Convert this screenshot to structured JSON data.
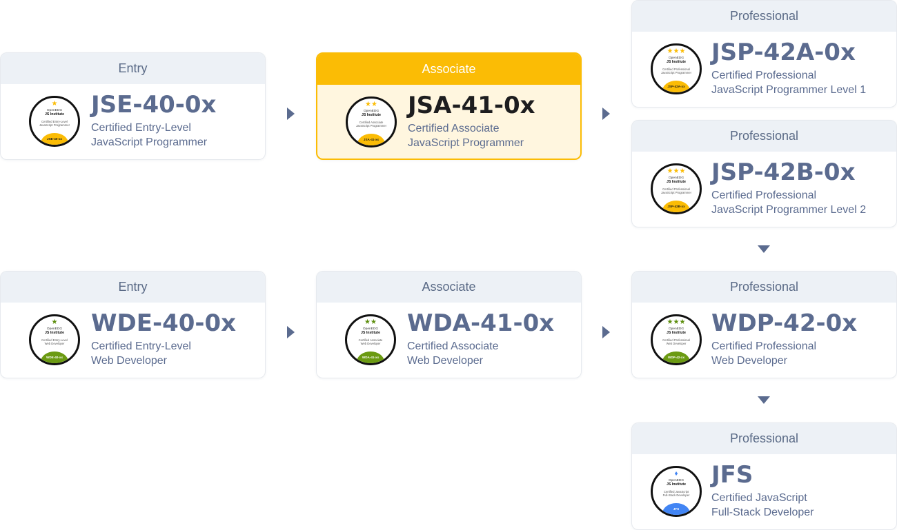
{
  "colors": {
    "header_bg": "#edf1f6",
    "text": "#5b6b8f",
    "active_accent": "#fbbc05",
    "active_bg": "#fff6df",
    "star_gold": "#fbbc05",
    "star_green": "#5e8f0f",
    "band_gold": "#fbbc05",
    "band_green": "#6b9a12",
    "band_blue": "#4285f4"
  },
  "cards": {
    "jse": {
      "level": "Entry",
      "code": "JSE-40-0x",
      "line1": "Certified Entry-Level",
      "line2": "JavaScript Programmer",
      "badge": {
        "stars": "★",
        "org": "OpenEDG",
        "org2": "JS Institute",
        "cert1": "Certified Entry-Level",
        "cert2": "JavaScript Programmer",
        "band": "JSE-40-xx"
      }
    },
    "jsa": {
      "level": "Associate",
      "code": "JSA-41-0x",
      "line1": "Certified Associate",
      "line2": "JavaScript Programmer",
      "badge": {
        "stars": "★★",
        "org": "OpenEDG",
        "org2": "JS Institute",
        "cert1": "Certified Associate",
        "cert2": "JavaScript Programmer",
        "band": "JSA-41-xx"
      }
    },
    "jsp42a": {
      "level": "Professional",
      "code": "JSP-42A-0x",
      "line1": "Certified Professional",
      "line2": "JavaScript Programmer Level 1",
      "badge": {
        "stars": "★★★",
        "org": "OpenEDG",
        "org2": "JS Institute",
        "cert1": "Certified Professional",
        "cert2": "JavaScript Programmer",
        "band": "JSP-42A-xx"
      }
    },
    "jsp42b": {
      "level": "Professional",
      "code": "JSP-42B-0x",
      "line1": "Certified Professional",
      "line2": "JavaScript Programmer Level 2",
      "badge": {
        "stars": "★★★",
        "org": "OpenEDG",
        "org2": "JS Institute",
        "cert1": "Certified Professional",
        "cert2": "JavaScript Programmer",
        "band": "JSP-42B-xx"
      }
    },
    "wde": {
      "level": "Entry",
      "code": "WDE-40-0x",
      "line1": "Certified Entry-Level",
      "line2": "Web Developer",
      "badge": {
        "stars": "★",
        "org": "OpenEDG",
        "org2": "JS Institute",
        "cert1": "Certified Entry-Level",
        "cert2": "Web Developer",
        "band": "WDE-40-xx"
      }
    },
    "wda": {
      "level": "Associate",
      "code": "WDA-41-0x",
      "line1": "Certified Associate",
      "line2": "Web Developer",
      "badge": {
        "stars": "★★",
        "org": "OpenEDG",
        "org2": "JS Institute",
        "cert1": "Certified Associate",
        "cert2": "Web Developer",
        "band": "WDA-41-xx"
      }
    },
    "wdp": {
      "level": "Professional",
      "code": "WDP-42-0x",
      "line1": "Certified Professional",
      "line2": "Web Developer",
      "badge": {
        "stars": "★★★",
        "org": "OpenEDG",
        "org2": "JS Institute",
        "cert1": "Certified Professional",
        "cert2": "Web Developer",
        "band": "WDP-42-xx"
      }
    },
    "jfs": {
      "level": "Professional",
      "code": "JFS",
      "line1": "Certified JavaScript",
      "line2": "Full-Stack Developer",
      "badge": {
        "stars": "♦",
        "org": "OpenEDG",
        "org2": "JS Institute",
        "cert1": "Certified JavaScript",
        "cert2": "Full-Stack Developer",
        "band": "JFS"
      }
    }
  }
}
